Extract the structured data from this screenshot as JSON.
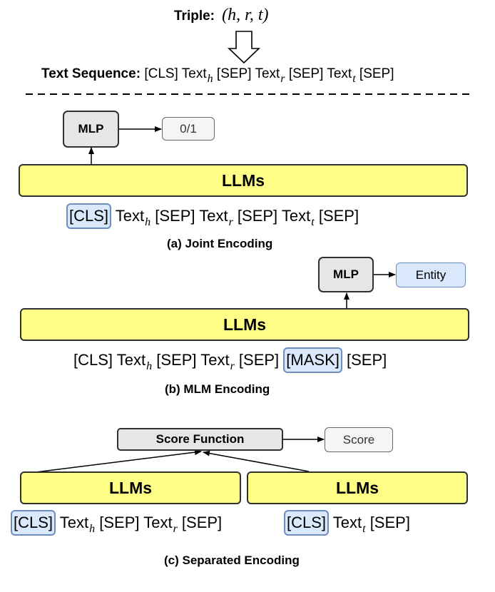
{
  "header": {
    "triple_label": "Triple:",
    "triple_value": "(h, r, t)",
    "seq_label": "Text Sequence:"
  },
  "tokens": {
    "cls": "[CLS]",
    "sep": "[SEP]",
    "mask": "[MASK]",
    "text": "Text",
    "sub_h": "h",
    "sub_r": "r",
    "sub_t": "t"
  },
  "panel_a": {
    "mlp_label": "MLP",
    "output_label": "0/1",
    "llm_label": "LLMs",
    "caption": "(a) Joint Encoding"
  },
  "panel_b": {
    "mlp_label": "MLP",
    "output_label": "Entity",
    "llm_label": "LLMs",
    "caption": "(b) MLM Encoding"
  },
  "panel_c": {
    "score_fn_label": "Score Function",
    "output_label": "Score",
    "llm_left_label": "LLMs",
    "llm_right_label": "LLMs",
    "caption": "(c) Separated Encoding"
  }
}
